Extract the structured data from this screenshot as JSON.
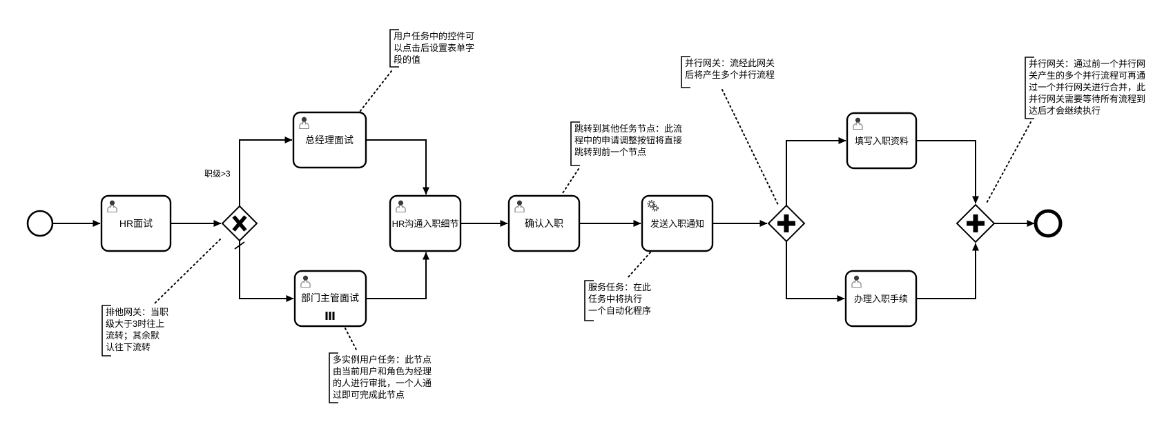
{
  "colors": {
    "stroke": "#000000",
    "background": "#ffffff",
    "icon_gray": "#888888"
  },
  "process": {
    "tasks": {
      "hr_interview": "HR面试",
      "gm_interview": "总经理面试",
      "dept_manager_interview": "部门主管面试",
      "hr_onboarding_details": "HR沟通入职细节",
      "confirm_onboarding": "确认入职",
      "send_onboarding_notice": "发送入职通知",
      "fill_onboarding_info": "填写入职资料",
      "handle_onboarding_procedure": "办理入职手续"
    },
    "condition_label": "职级>3"
  },
  "icons": {
    "user_task": "person-icon",
    "service_task": "gears-icon",
    "multi_instance_marker": "three-vertical-bars",
    "exclusive_gateway_marker": "x-cross",
    "parallel_gateway_marker": "plus-cross",
    "default_flow_marker": "slash-tick"
  },
  "annotations": {
    "user_task_controls": {
      "lines": [
        "用户任务中的控件可",
        "以点击后设置表单字",
        "段的值"
      ]
    },
    "exclusive_gateway": {
      "lines": [
        "排他网关：当职",
        "级大于3时往上",
        "流转；其余默",
        "认往下流转"
      ]
    },
    "jump_to_node": {
      "lines": [
        "跳转到其他任务节点：此流",
        "程中的申请调整按钮将直接",
        "跳转到前一个节点"
      ]
    },
    "service_task": {
      "lines": [
        "服务任务：在此",
        "任务中将执行",
        "一个自动化程序"
      ]
    },
    "parallel_gateway_split": {
      "lines": [
        "并行网关：流经此网关",
        "后将产生多个并行流程"
      ]
    },
    "parallel_gateway_join": {
      "lines": [
        "并行网关：通过前一个并行网",
        "关产生的多个并行流程可再通",
        "过一个并行网关进行合并，此",
        "并行网关需要等待所有流程到",
        "达后才会继续执行"
      ]
    },
    "multi_instance_task": {
      "lines": [
        "多实例用户任务：此节点",
        "由当前用户和角色为经理",
        "的人进行审批，一个人通",
        "过即可完成此节点"
      ]
    }
  }
}
